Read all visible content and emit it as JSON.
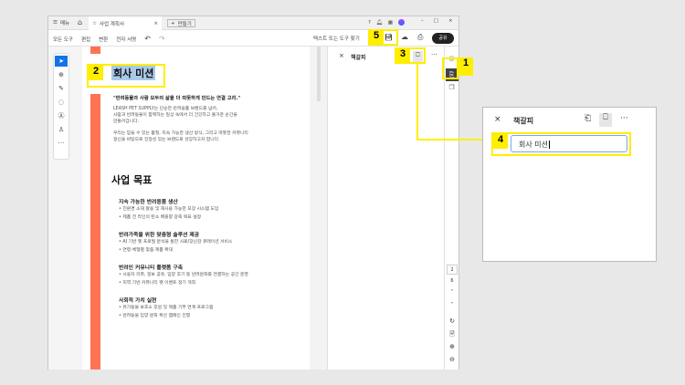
{
  "titlebar": {
    "menu": "메뉴",
    "tab_title": "사업 계획서",
    "new_tab": "만들기"
  },
  "toolbar": {
    "items": [
      "모든 도구",
      "편집",
      "변환",
      "전자 서명"
    ],
    "search": "텍스트 또는 도구 찾기",
    "share": "공유"
  },
  "document": {
    "heading": "회사 미션",
    "quote": "\"반려동물과 사람 모두의 삶을 더 따뜻하게 만드는 연결 고리.\"",
    "para1": [
      "LEASH PET SUPPLY는 단순한 반려용품 브랜드를 넘어,",
      "사람과 반려동물이 함께하는 일상 속에서 더 건강하고 즐거운 순간을",
      "만들어갑니다."
    ],
    "para2": [
      "우리는 믿을 수 있는 품질, 지속 가능한 생산 방식, 그리고 따뜻한 커뮤니티",
      "정신을 바탕으로 진정성 있는 브랜드로 성장하고자 합니다."
    ],
    "goals_title": "사업 목표",
    "goals": [
      {
        "title": "지속 가능한 반려용품 생산",
        "items": [
          "친환경 소재 활용 및 재사용 가능한 포장 시스템 도입",
          "제품 전 라인의 탄소 배출량 감축 목표 설정"
        ]
      },
      {
        "title": "반려가족을 위한 맞춤형 솔루션 제공",
        "items": [
          "AI 기반 펫 프로필 분석을 통한 사료/장난감 큐레이션 서비스",
          "연령·체형별 맞춤 제품 확대"
        ]
      },
      {
        "title": "반려인 커뮤니티 플랫폼 구축",
        "items": [
          "사용자 리뷰, 정보 공유, 입양 후기 등 반려문화를 연결하는 공간 운영",
          "지역 기반 커뮤니티 펫 이벤트 정기 개최"
        ]
      },
      {
        "title": "사회적 가치 실현",
        "items": [
          "유기동물 보호소 후원 및 제품 기부 연계 프로그램",
          "반려동물 입양 문화 확산 캠페인 진행"
        ]
      }
    ]
  },
  "panel": {
    "title": "책갈피",
    "close": "×",
    "more": "···"
  },
  "rail": {
    "current_page": "2",
    "total_pages": "6"
  },
  "inset": {
    "title": "책갈피",
    "bookmark_value": "회사 미션"
  },
  "annotations": [
    "1",
    "2",
    "3",
    "4",
    "5"
  ],
  "colors": {
    "accent": "#ff7352",
    "highlight": "#ffee00",
    "selection": "#a9c9e8",
    "active_tool": "#1473e6"
  }
}
